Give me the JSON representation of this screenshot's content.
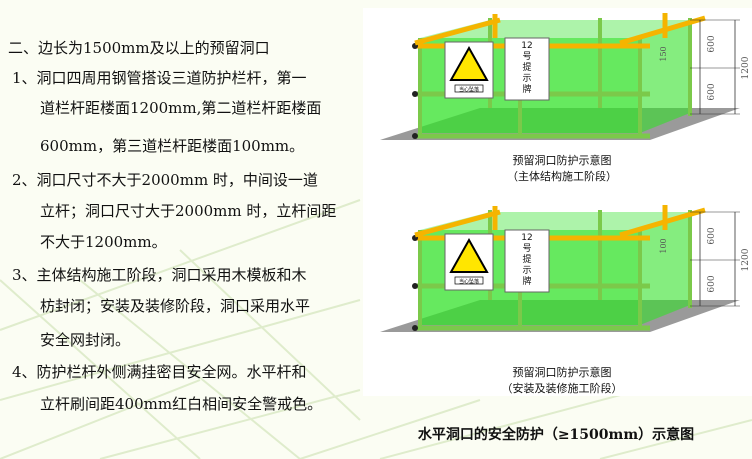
{
  "heading": "二、边长为1500mm及以上的预留洞口",
  "lines": [
    "1、洞口四周用钢管搭设三道防护栏杆，第一",
    "道栏杆距楼面1200mm,第二道栏杆距楼面",
    "600mm，第三道栏杆距楼面100mm。",
    "2、洞口尺寸不大于2000mm 时，中间设一道",
    "立杆；洞口尺寸大于2000mm 时，立杆间距",
    "不大于1200mm。",
    "3、主体结构施工阶段，洞口采用木模板和木",
    "枋封闭；安装及装修阶段，洞口采用水平",
    "安全网封闭。",
    "4、防护栏杆外侧满挂密目安全网。水平杆和",
    "立杆刷间距400mm红白相间安全警戒色。"
  ],
  "figures": [
    {
      "caption1": "预留洞口防护示意图",
      "caption2": "（主体结构施工阶段）",
      "sign_text": "12号提示牌",
      "warning_label": "当心坠落",
      "dims": [
        "600",
        "600",
        "1200",
        "150"
      ]
    },
    {
      "caption1": "预留洞口防护示意图",
      "caption2": "（安装及装修施工阶段）",
      "sign_text": "12号提示牌",
      "warning_label": "当心坠落",
      "dims": [
        "600",
        "600",
        "1200",
        "100"
      ]
    }
  ],
  "main_caption": "水平洞口的安全防护（≥1500mm）示意图",
  "colors": {
    "rail": "#f5b400",
    "net": "#33e12a",
    "floor": "#9a9a9a",
    "warning": "#ffe600"
  }
}
